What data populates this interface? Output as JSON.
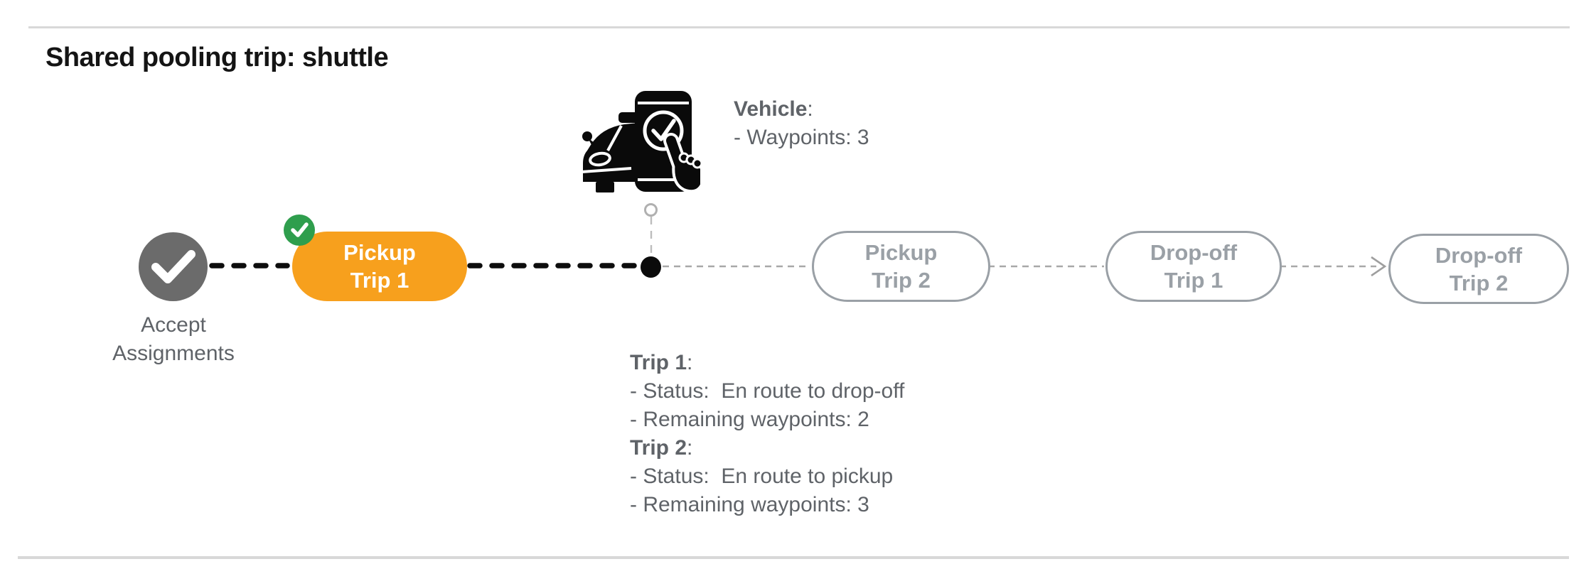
{
  "title": "Shared pooling trip: shuttle",
  "vehicle": {
    "name": "Vehicle",
    "colon": ":",
    "waypoints": "- Waypoints: 3"
  },
  "nodes": {
    "accept": {
      "line1": "Accept",
      "line2": "Assignments",
      "state": "completed"
    },
    "pickup1": {
      "line1": "Pickup",
      "line2": "Trip 1",
      "state": "active"
    },
    "pickup2": {
      "line1": "Pickup",
      "line2": "Trip 2",
      "state": "pending"
    },
    "dropoff1": {
      "line1": "Drop-off",
      "line2": "Trip 1",
      "state": "pending"
    },
    "dropoff2": {
      "line1": "Drop-off",
      "line2": "Trip 2",
      "state": "pending"
    }
  },
  "trips": {
    "trip1": {
      "name": "Trip 1",
      "colon": ":",
      "status": "- Status:  En route to drop-off",
      "waypoints": "- Remaining waypoints: 2"
    },
    "trip2": {
      "name": "Trip 2",
      "colon": ":",
      "status": "- Status:  En route to pickup",
      "waypoints": "- Remaining waypoints: 3"
    }
  },
  "icons": {
    "accept_check": "check-icon",
    "completed_badge": "check-badge-icon",
    "vehicle": "vehicle-with-phone-check-icon"
  },
  "colors": {
    "active_orange": "#f7a01d",
    "completed_gray": "#6b6b6b",
    "success_green": "#2f9e4d",
    "pending_gray": "#9aa0a6",
    "text_gray": "#5f6368",
    "connector_black": "#0d0d0d",
    "connector_gray": "#a8a8a8",
    "divider_gray": "#d8d8d8"
  }
}
